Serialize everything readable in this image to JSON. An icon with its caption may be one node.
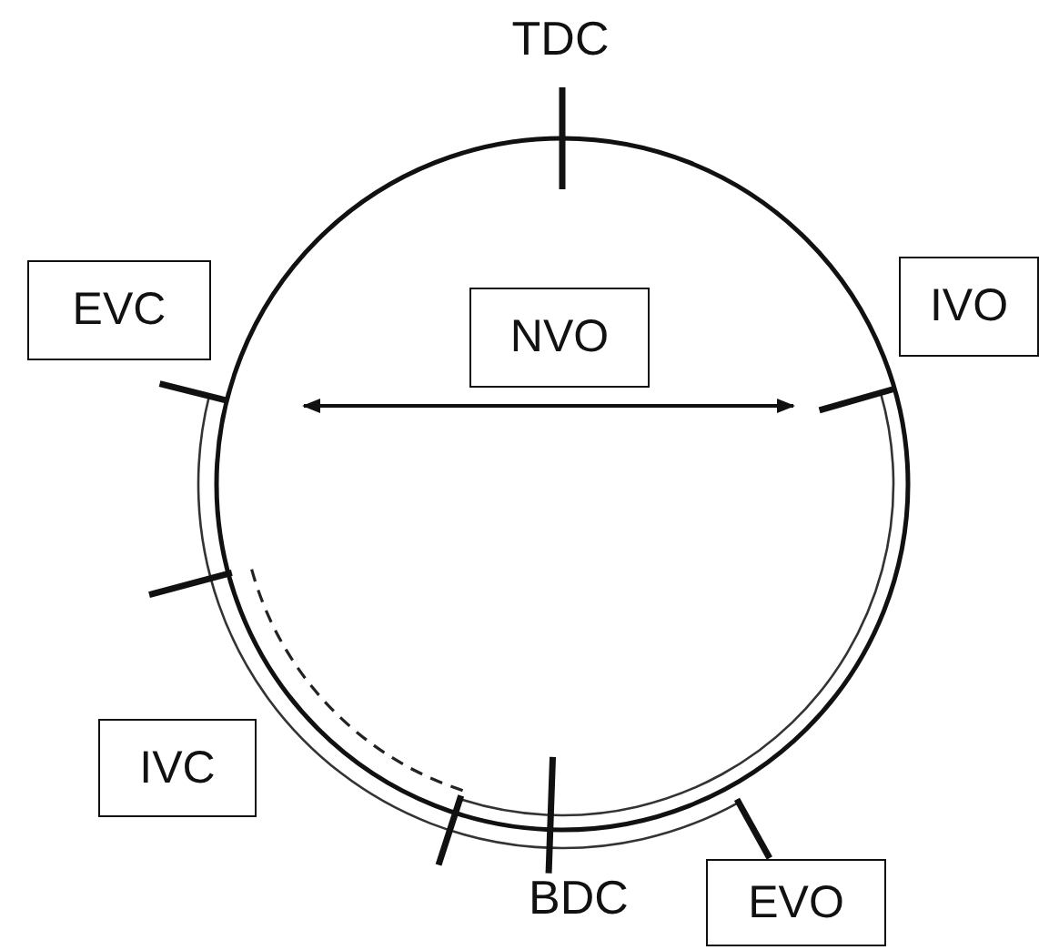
{
  "diagram": {
    "nodes": [
      {
        "text": [
          "EVC"
        ]
      },
      {
        "text": [
          "NVO"
        ]
      },
      {
        "text": [
          "IVO"
        ]
      },
      {
        "text": [
          "IVC"
        ]
      },
      {
        "text": [
          "EVO"
        ]
      }
    ],
    "labels": [
      "TDC",
      "BDC"
    ]
  }
}
